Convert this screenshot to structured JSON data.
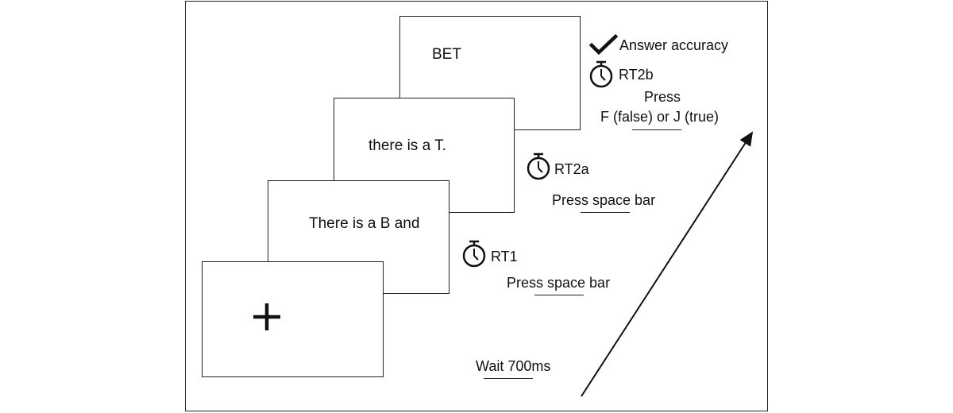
{
  "screens": {
    "bet": {
      "text": "BET"
    },
    "t": {
      "text": "there is a T."
    },
    "b": {
      "text": "There is a B and"
    },
    "fixation": {
      "symbol": "+"
    }
  },
  "responses": {
    "rt2b": {
      "check_icon": "check-icon",
      "accuracy_label": "Answer accuracy",
      "timer_icon": "stopwatch-icon",
      "rt_label": "RT2b",
      "press_label": "Press",
      "keys_label": "F (false) or J (true)"
    },
    "rt2a": {
      "timer_icon": "stopwatch-icon",
      "rt_label": "RT2a",
      "instruction": "Press space bar"
    },
    "rt1": {
      "timer_icon": "stopwatch-icon",
      "rt_label": "RT1",
      "instruction": "Press space bar"
    },
    "wait": {
      "label": "Wait 700ms"
    }
  },
  "time_arrow_icon": "arrow-up-right-icon"
}
